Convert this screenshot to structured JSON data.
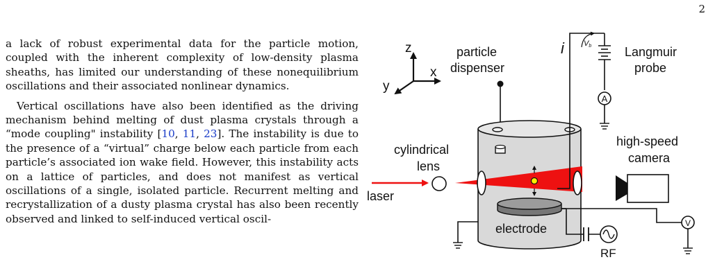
{
  "page_number": "2",
  "paragraph1": "a lack of robust experimental data for the particle motion, coupled with the inherent complexity of low-density plasma sheaths, has limited our understanding of these nonequilibrium oscillations and their associated nonlinear dynamics.",
  "paragraph2": {
    "before_refs": "Vertical oscillations have also been identified as the driving mechanism behind melting of dust plasma crystals through a “mode coupling\" instability [",
    "refs": [
      "10",
      "11",
      "23"
    ],
    "after_refs": "]. The instability is due to the presence of a “virtual” charge below each particle from each particle’s associated ion wake field. However, this instability acts on a lattice of particles, and does not manifest as vertical oscillations of a single, isolated particle. Recurrent melting and recrystallization of a dusty plasma crystal has also been recently observed and linked to self-induced vertical oscil-"
  },
  "figure": {
    "axes": {
      "z": "z",
      "x": "x",
      "y": "y"
    },
    "particle_dispenser": [
      "particle",
      "dispenser"
    ],
    "current_label": "i",
    "voltage_bias_label": "V",
    "voltage_bias_sub": "b",
    "langmuir_probe": [
      "Langmuir",
      "probe"
    ],
    "ammeter_label": "A",
    "voltmeter_label": "V",
    "high_speed_camera": [
      "high-speed",
      "camera"
    ],
    "cylindrical_lens": [
      "cylindrical",
      "lens"
    ],
    "laser": "laser",
    "electrode": "electrode",
    "rf": "RF",
    "colors": {
      "laser": "#ee1111",
      "chamber": "#d9d9d9",
      "electrode": "#888888",
      "particle": "#ffee00"
    }
  }
}
